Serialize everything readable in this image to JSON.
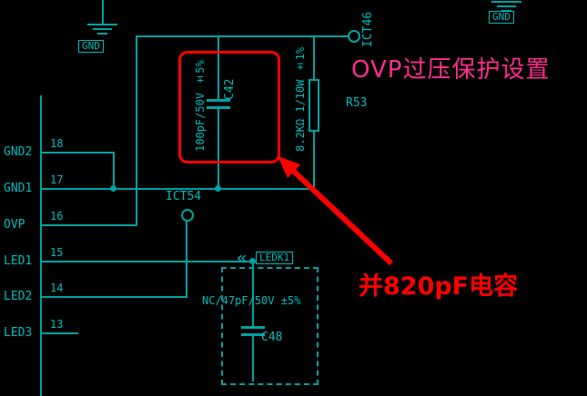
{
  "colors": {
    "background": "#000000",
    "wire": "#00a2a2",
    "text": "#00bcbc",
    "highlight_red": "#ff0000",
    "annotation_pink": "#ff2d8d"
  },
  "schematic": {
    "ic_pins": [
      {
        "name": "GND2",
        "number": "18"
      },
      {
        "name": "GND1",
        "number": "17"
      },
      {
        "name": "OVP",
        "number": "16"
      },
      {
        "name": "LED1",
        "number": "15"
      },
      {
        "name": "LED2",
        "number": "14"
      },
      {
        "name": "LED3",
        "number": "13"
      }
    ],
    "components": {
      "c42": {
        "ref": "C42",
        "value": "100pF/50V ±5%"
      },
      "r53": {
        "ref": "R53",
        "value": "8.2KΩ 1/10W ±1%"
      },
      "c48": {
        "ref": "C48",
        "value": "NC/47pF/50V ±5%"
      }
    },
    "net_labels": {
      "gnd_top_left": "GND",
      "gnd_top_right": "GND",
      "ict46": "ICT46",
      "ict54": "ICT54",
      "ledk1": "LEDK1",
      "ledk1_chevron": "«"
    }
  },
  "annotations": {
    "title": "OVP过压保护设置",
    "note": "并820pF电容"
  }
}
